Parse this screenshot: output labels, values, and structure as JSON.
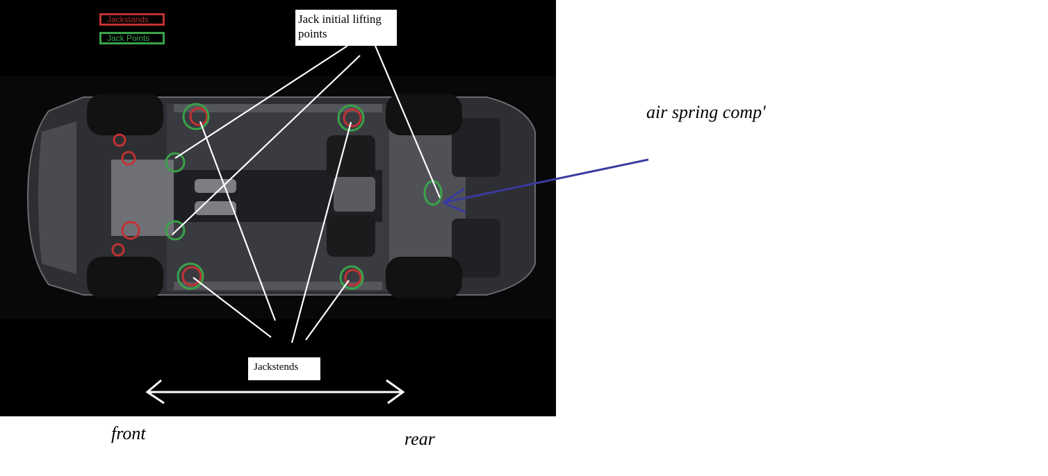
{
  "legend": {
    "items": [
      {
        "label": "Jackstands",
        "color": "#c33232"
      },
      {
        "label": "Jack Points",
        "color": "#3aa34a"
      }
    ]
  },
  "callouts": {
    "lift_points": "Jack initial lifting points",
    "jackstands": "Jackstends",
    "air_spring": "air spring comp'"
  },
  "direction": {
    "front": "front",
    "rear": "rear"
  },
  "colors": {
    "background_panel": "#000000",
    "jackstand_marker": "#c33232",
    "jack_point_marker": "#3aa34a",
    "air_spring_arrow": "#3a3aa0",
    "pointer_lines": "#ffffff"
  }
}
